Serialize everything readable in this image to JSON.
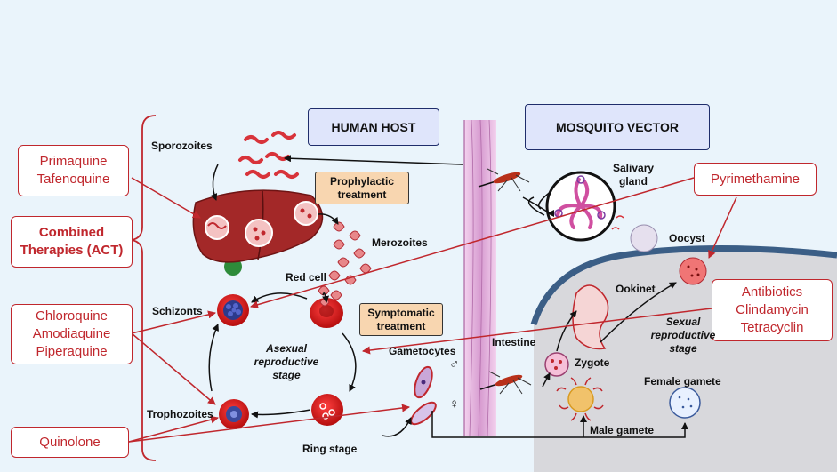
{
  "headers": {
    "human_host": "HUMAN HOST",
    "mosquito_vector": "MOSQUITO VECTOR"
  },
  "drugs": {
    "primaquine": [
      "Primaquine",
      "Tafenoquine"
    ],
    "act": [
      "Combined",
      "Therapies (ACT)"
    ],
    "chloroquine": [
      "Chloroquine",
      "Amodiaquine",
      "Piperaquine"
    ],
    "quinolone": "Quinolone",
    "pyrimethamine": "Pyrimethamine",
    "antibiotics": [
      "Antibiotics",
      "Clindamycin",
      "Tetracyclin"
    ]
  },
  "treatments": {
    "prophylactic": [
      "Prophylactic",
      "treatment"
    ],
    "symptomatic": [
      "Symptomatic",
      "treatment"
    ]
  },
  "labels": {
    "sporozoites": "Sporozoites",
    "merozoites": "Merozoites",
    "red_cell": "Red cell",
    "schizonts": "Schizonts",
    "trophozoites": "Trophozoites",
    "ring_stage": "Ring stage",
    "gametocytes": "Gametocytes",
    "salivary_gland": [
      "Salivary",
      "gland"
    ],
    "oocyst": "Oocyst",
    "ookinet": "Ookinet",
    "intestine": "Intestine",
    "zygote": "Zygote",
    "female_gamete": "Female gamete",
    "male_gamete": "Male gamete",
    "asexual_stage": [
      "Asexual",
      "reproductive",
      "stage"
    ],
    "sexual_stage": [
      "Sexual",
      "reproductive",
      "stage"
    ]
  },
  "symbols": {
    "male": "♂",
    "female": "♀"
  },
  "colors": {
    "drug_red": "#c0272d",
    "header_fill": "#dfe5fb",
    "treatment_fill": "#f8d6b0",
    "background": "#eaf4fb"
  }
}
